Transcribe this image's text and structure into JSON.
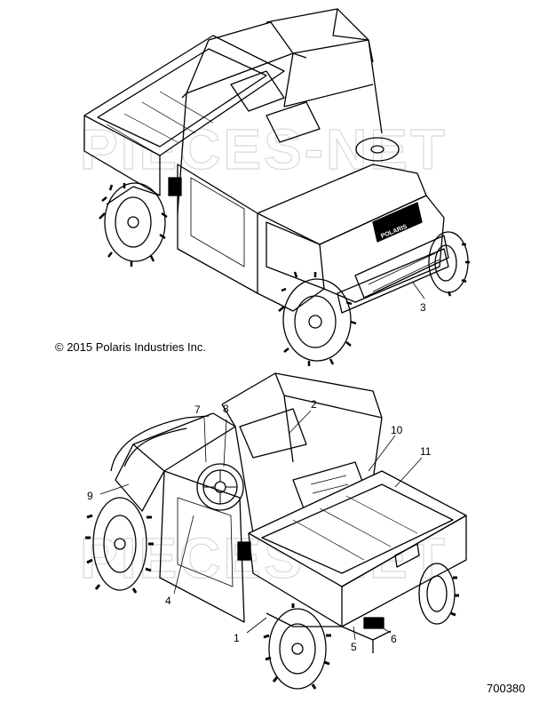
{
  "copyright": "© 2015 Polaris Industries Inc.",
  "diagram_id": "700380",
  "watermark": "PIECES-NET",
  "hood_badge": "POLARIS",
  "callouts": {
    "c1": "1",
    "c2": "2",
    "c3": "3",
    "c4": "4",
    "c5": "5",
    "c6": "6",
    "c7": "7",
    "c8": "8",
    "c9": "9",
    "c10": "10",
    "c11": "11"
  },
  "colors": {
    "line": "#000000",
    "watermark": "#d9d9d9",
    "background": "#ffffff"
  }
}
